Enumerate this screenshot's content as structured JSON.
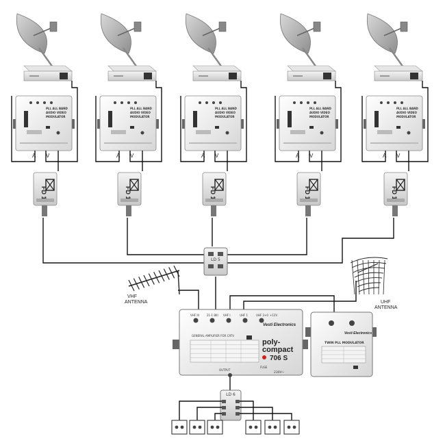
{
  "columns": [
    {
      "id": 1,
      "modulator": {
        "line1": "PLL ALL BAND",
        "line2": "AUDIO VIDEO",
        "line3": "MODULATOR"
      },
      "jack_a": "A",
      "jack_v": "V",
      "filter": "FD 1"
    },
    {
      "id": 2,
      "modulator": {
        "line1": "PLL ALL BAND",
        "line2": "AUDIO VIDEO",
        "line3": "MODULATOR"
      },
      "jack_a": "A",
      "jack_v": "V",
      "filter": "FD 1"
    },
    {
      "id": 3,
      "modulator": {
        "line1": "PLL ALL BAND",
        "line2": "AUDIO VIDEO",
        "line3": "MODULATOR"
      },
      "jack_a": "A",
      "jack_v": "V",
      "filter": "FD 1"
    },
    {
      "id": 4,
      "modulator": {
        "line1": "PLL ALL BAND",
        "line2": "AUDIO VIDEO",
        "line3": "MODULATOR"
      },
      "jack_a": "A",
      "jack_v": "V",
      "filter": "FD 1"
    },
    {
      "id": 5,
      "modulator": {
        "line1": "PLL ALL BAND",
        "line2": "AUDIO VIDEO",
        "line3": "MODULATOR"
      },
      "jack_a": "A",
      "jack_v": "V",
      "filter": "FD 1"
    }
  ],
  "combiner": {
    "label": "LD 5"
  },
  "vhf_antenna": {
    "line1": "VHF",
    "line2": "ANTENNA"
  },
  "uhf_antenna": {
    "line1": "UHF",
    "line2": "ANTENNA"
  },
  "amplifier": {
    "inputs": [
      "VHF III",
      "21-1 BIII",
      "VHF I",
      "UHF 1",
      "UHF 2+0"
    ],
    "power_label": "+12V",
    "title_line": "GENERAL AMPLIFIER FOR CATV",
    "model_line1": "poly-",
    "model_line2": "compact",
    "model_number": "706 S",
    "output_label": "OUTPUT",
    "fuse_label": "FUSE",
    "mains_label": "230V~",
    "brand": "Vesti Electronics"
  },
  "twin_modulator": {
    "title": "TWIN PLL MODULATOR",
    "brand": "Vesti Electronics"
  },
  "splitter": {
    "label": "LD 6"
  },
  "outlets": [
    {
      "id": 1
    },
    {
      "id": 2
    },
    {
      "id": 3
    },
    {
      "id": 4
    },
    {
      "id": 5
    },
    {
      "id": 6
    }
  ],
  "colors": {
    "device_light": "#eeeeee",
    "device_mid": "#cfcfcf",
    "device_dark": "#8c8c8c",
    "dish": "#b8b8b8",
    "wire": "#111111",
    "led_red": "#cc2222"
  }
}
